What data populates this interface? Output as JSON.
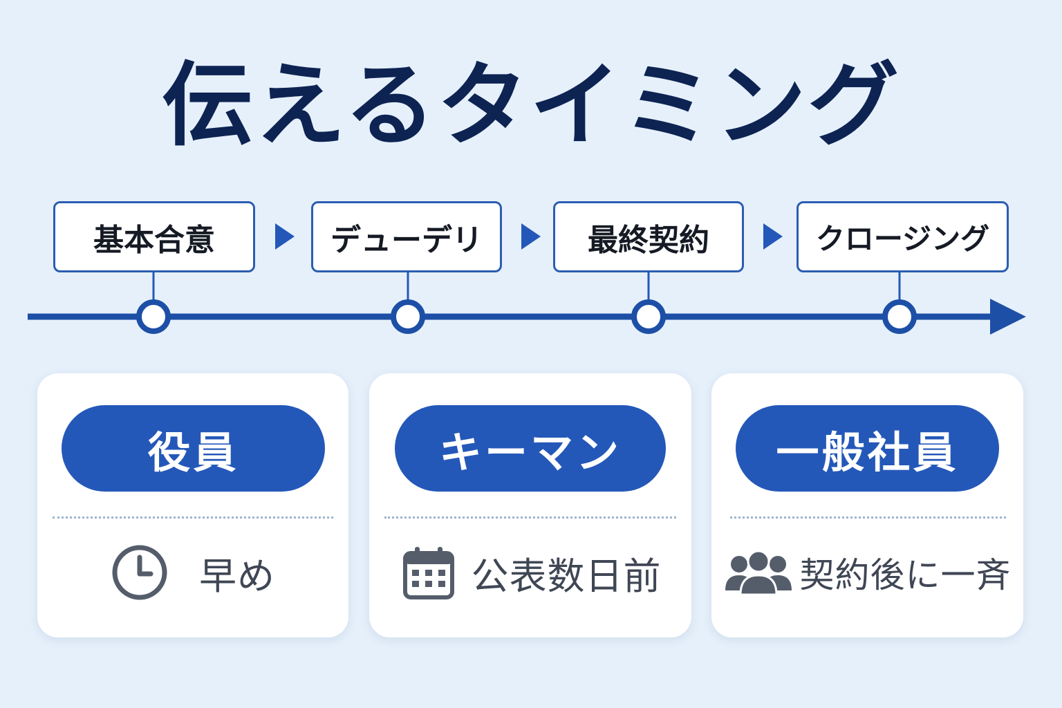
{
  "title": "伝えるタイミング",
  "stages": [
    {
      "label": "基本合意"
    },
    {
      "label": "デューデリ"
    },
    {
      "label": "最終契約"
    },
    {
      "label": "クロージング"
    }
  ],
  "groups": [
    {
      "label": "役員",
      "timing": "早め",
      "icon": "clock-icon"
    },
    {
      "label": "キーマン",
      "timing": "公表数日前",
      "icon": "calendar-icon"
    },
    {
      "label": "一般社員",
      "timing": "契約後に一斉",
      "icon": "people-icon"
    }
  ],
  "colors": {
    "accent": "#2458b8",
    "title": "#0d2352",
    "background": "#e6f0fb"
  }
}
